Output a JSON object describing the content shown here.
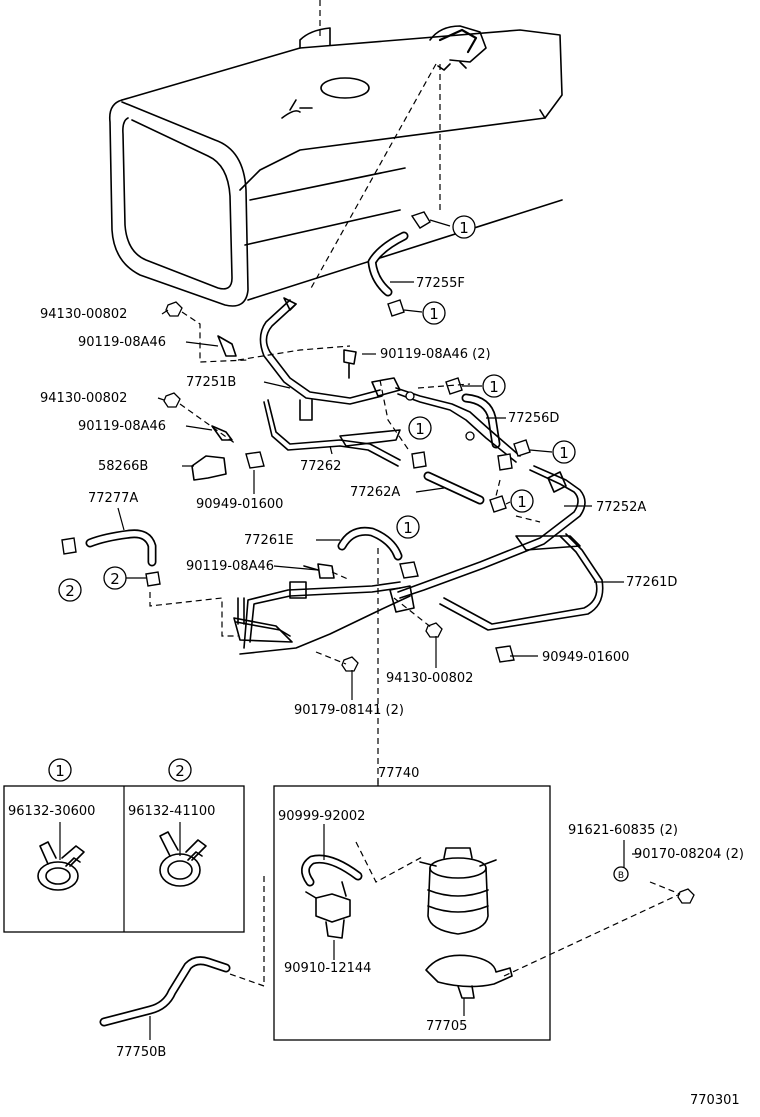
{
  "diagram": {
    "figure_code": "770301",
    "callout_symbols": {
      "clip_one": "1",
      "clip_two": "2",
      "bolt_b": "B"
    },
    "parts": [
      {
        "id": "p77255F",
        "label": "77255F"
      },
      {
        "id": "p94130_a",
        "label": "94130-00802"
      },
      {
        "id": "p90119_a",
        "label": "90119-08A46"
      },
      {
        "id": "p90119_b",
        "label": "90119-08A46 (2)"
      },
      {
        "id": "p77251B",
        "label": "77251B"
      },
      {
        "id": "p94130_b",
        "label": "94130-00802"
      },
      {
        "id": "p77256D",
        "label": "77256D"
      },
      {
        "id": "p90119_c",
        "label": "90119-08A46"
      },
      {
        "id": "p58266B",
        "label": "58266B"
      },
      {
        "id": "p77262",
        "label": "77262"
      },
      {
        "id": "p77262A",
        "label": "77262A"
      },
      {
        "id": "p90949_a",
        "label": "90949-01600"
      },
      {
        "id": "p77277A",
        "label": "77277A"
      },
      {
        "id": "p77252A",
        "label": "77252A"
      },
      {
        "id": "p77261E",
        "label": "77261E"
      },
      {
        "id": "p90119_d",
        "label": "90119-08A46"
      },
      {
        "id": "p77261D",
        "label": "77261D"
      },
      {
        "id": "p90949_b",
        "label": "90949-01600"
      },
      {
        "id": "p94130_c",
        "label": "94130-00802"
      },
      {
        "id": "p90179",
        "label": "90179-08141 (2)"
      },
      {
        "id": "p77740",
        "label": "77740"
      },
      {
        "id": "p96132_a",
        "label": "96132-30600"
      },
      {
        "id": "p96132_b",
        "label": "96132-41100"
      },
      {
        "id": "p90999",
        "label": "90999-92002"
      },
      {
        "id": "p91621",
        "label": "91621-60835 (2)"
      },
      {
        "id": "p90170",
        "label": "90170-08204 (2)"
      },
      {
        "id": "p90910",
        "label": "90910-12144"
      },
      {
        "id": "p77705",
        "label": "77705"
      },
      {
        "id": "p77750B",
        "label": "77750B"
      }
    ]
  }
}
